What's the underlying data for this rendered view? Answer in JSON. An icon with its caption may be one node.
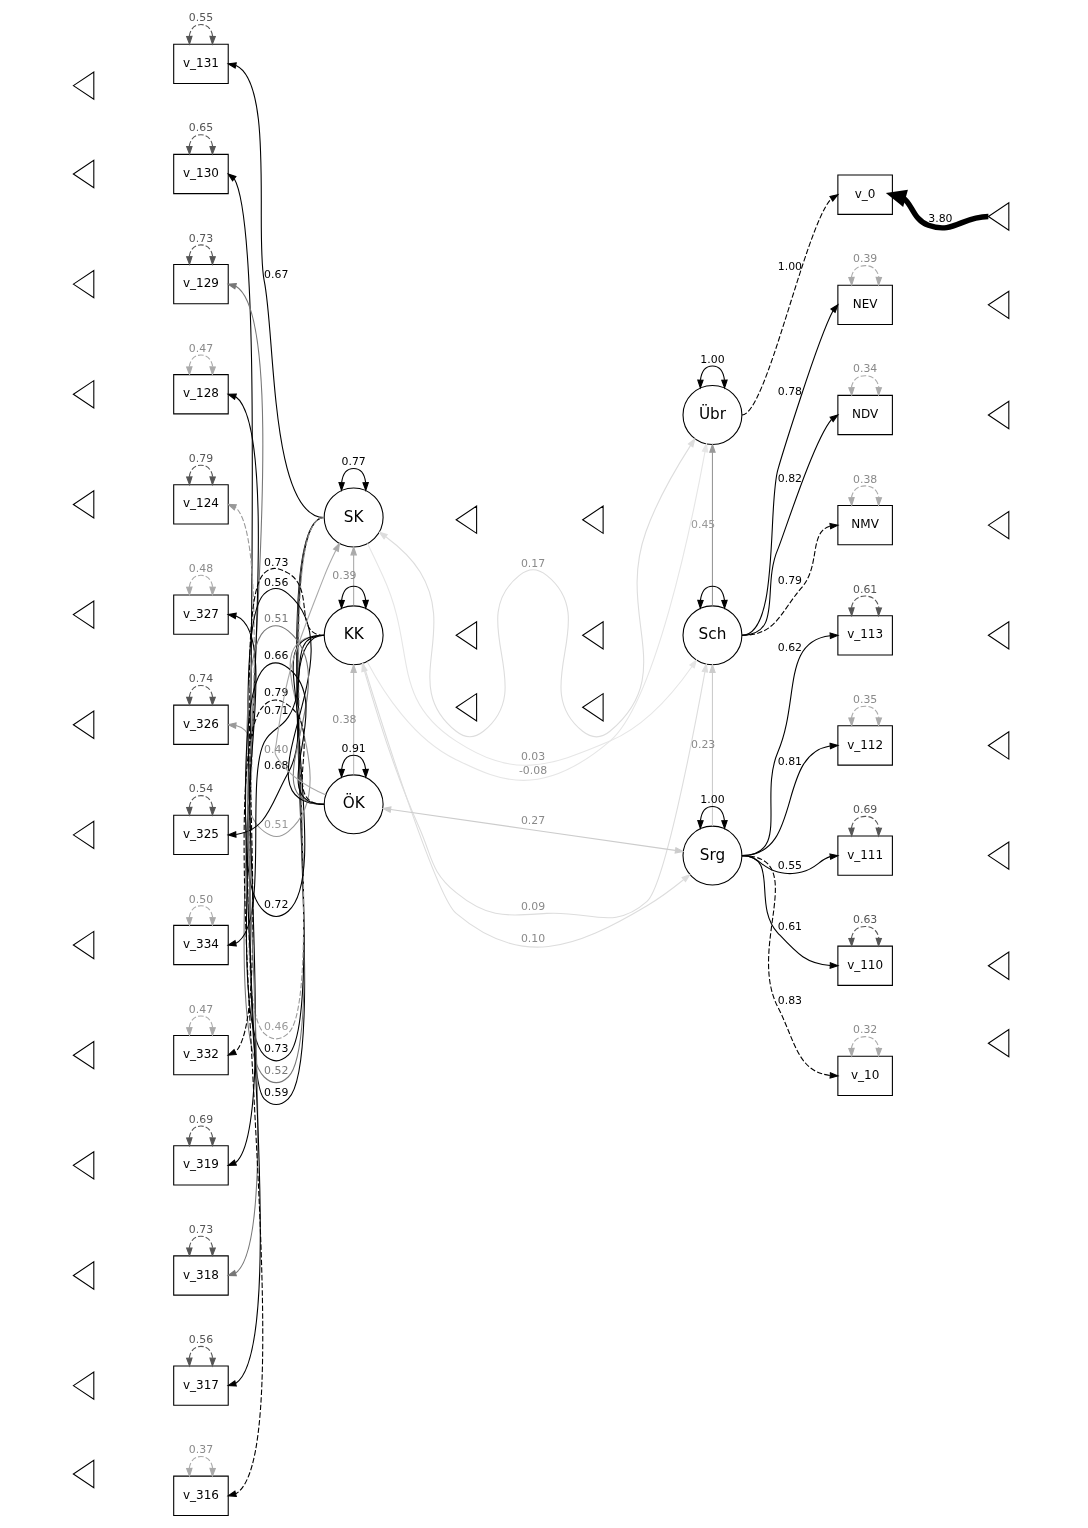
{
  "diagram": {
    "nodes": [
      {
        "text": [],
        "shape": "triangle"
      },
      {
        "text": [],
        "shape": "triangle"
      },
      {
        "text": [],
        "shape": "triangle"
      },
      {
        "text": [],
        "shape": "triangle"
      },
      {
        "text": [],
        "shape": "triangle"
      },
      {
        "text": [],
        "shape": "triangle"
      },
      {
        "text": [],
        "shape": "triangle"
      },
      {
        "text": [],
        "shape": "triangle"
      },
      {
        "text": [],
        "shape": "triangle"
      },
      {
        "text": [],
        "shape": "triangle"
      },
      {
        "text": [],
        "shape": "triangle"
      },
      {
        "text": [],
        "shape": "triangle"
      },
      {
        "text": [],
        "shape": "triangle"
      },
      {
        "text": [],
        "shape": "triangle"
      },
      {
        "text": [
          "v_131"
        ]
      },
      {
        "text": [
          "v_130"
        ]
      },
      {
        "text": [
          "v_129"
        ]
      },
      {
        "text": [
          "v_128"
        ]
      },
      {
        "text": [
          "v_124"
        ]
      },
      {
        "text": [
          "v_327"
        ]
      },
      {
        "text": [
          "v_326"
        ]
      },
      {
        "text": [
          "v_325"
        ]
      },
      {
        "text": [
          "v_334"
        ]
      },
      {
        "text": [
          "v_332"
        ]
      },
      {
        "text": [
          "v_319"
        ]
      },
      {
        "text": [
          "v_318"
        ]
      },
      {
        "text": [
          "v_317"
        ]
      },
      {
        "text": [
          "v_316"
        ]
      },
      {
        "text": [
          "SK"
        ]
      },
      {
        "text": [
          "KK"
        ]
      },
      {
        "text": [
          "ÖK"
        ]
      },
      {
        "text": [],
        "shape": "triangle"
      },
      {
        "text": [],
        "shape": "triangle"
      },
      {
        "text": [],
        "shape": "triangle"
      },
      {
        "text": [],
        "shape": "triangle"
      },
      {
        "text": [],
        "shape": "triangle"
      },
      {
        "text": [],
        "shape": "triangle"
      },
      {
        "text": [
          "Übr"
        ]
      },
      {
        "text": [
          "Sch"
        ]
      },
      {
        "text": [
          "Srg"
        ]
      },
      {
        "text": [
          "v_0"
        ]
      },
      {
        "text": [
          "NEV"
        ]
      },
      {
        "text": [
          "NDV"
        ]
      },
      {
        "text": [
          "NMV"
        ]
      },
      {
        "text": [
          "v_113"
        ]
      },
      {
        "text": [
          "v_112"
        ]
      },
      {
        "text": [
          "v_111"
        ]
      },
      {
        "text": [
          "v_110"
        ]
      },
      {
        "text": [
          "v_10"
        ]
      },
      {
        "text": [],
        "shape": "triangle"
      },
      {
        "text": [],
        "shape": "triangle"
      },
      {
        "text": [],
        "shape": "triangle"
      },
      {
        "text": [],
        "shape": "triangle"
      },
      {
        "text": [],
        "shape": "triangle"
      },
      {
        "text": [],
        "shape": "triangle"
      },
      {
        "text": [],
        "shape": "triangle"
      },
      {
        "text": [],
        "shape": "triangle"
      },
      {
        "text": [],
        "shape": "triangle"
      }
    ],
    "edges": [
      {
        "from": 28,
        "to": 14,
        "arrow": "to",
        "label": "0.67"
      },
      {
        "from": 28,
        "to": 15,
        "arrow": "to",
        "label": "0.59"
      },
      {
        "from": 28,
        "to": 16,
        "arrow": "to",
        "label": "0.52",
        "color": "#777777"
      },
      {
        "from": 28,
        "to": 17,
        "arrow": "to",
        "label": "0.73"
      },
      {
        "from": 28,
        "to": 18,
        "arrow": "to",
        "label": "0.46",
        "style": "dashed",
        "color": "#999999"
      },
      {
        "from": 29,
        "to": 19,
        "arrow": "to",
        "label": "0.72"
      },
      {
        "from": 29,
        "to": 20,
        "arrow": "to",
        "label": "0.51",
        "color": "#999999"
      },
      {
        "from": 29,
        "to": 21,
        "arrow": "to",
        "label": "0.68"
      },
      {
        "from": 29,
        "to": 22,
        "arrow": "to",
        "label": "0.71"
      },
      {
        "from": 29,
        "to": 23,
        "arrow": "to",
        "label": "0.73",
        "style": "dashed"
      },
      {
        "from": 30,
        "to": 24,
        "arrow": "to",
        "label": "0.56"
      },
      {
        "from": 30,
        "to": 25,
        "arrow": "to",
        "label": "0.51",
        "color": "#777777"
      },
      {
        "from": 30,
        "to": 26,
        "arrow": "to",
        "label": "0.66"
      },
      {
        "from": 30,
        "to": 27,
        "arrow": "to",
        "label": "0.79",
        "style": "dashed"
      },
      {
        "from": 29,
        "to": 28,
        "arrow": "to",
        "label": "0.39",
        "color": "#aaaaaa"
      },
      {
        "from": 30,
        "to": 28,
        "arrow": "to",
        "label": "0.40",
        "color": "#aaaaaa"
      },
      {
        "from": 30,
        "to": 29,
        "arrow": "to",
        "label": "0.38",
        "color": "#bbbbbb"
      },
      {
        "from": 37,
        "to": 40,
        "arrow": "to",
        "label": "1.00",
        "style": "dashed"
      },
      {
        "from": 38,
        "to": 41,
        "arrow": "to",
        "label": "0.78"
      },
      {
        "from": 38,
        "to": 42,
        "arrow": "to",
        "label": "0.82"
      },
      {
        "from": 38,
        "to": 43,
        "arrow": "to",
        "label": "0.79",
        "style": "dashed"
      },
      {
        "from": 39,
        "to": 44,
        "arrow": "to",
        "label": "0.62"
      },
      {
        "from": 39,
        "to": 45,
        "arrow": "to",
        "label": "0.81"
      },
      {
        "from": 39,
        "to": 46,
        "arrow": "to",
        "label": "0.55"
      },
      {
        "from": 39,
        "to": 47,
        "arrow": "to",
        "label": "0.61"
      },
      {
        "from": 39,
        "to": 48,
        "arrow": "to",
        "label": "0.83",
        "style": "dashed"
      },
      {
        "from": 38,
        "to": 37,
        "arrow": "to",
        "label": "0.45",
        "color": "#999999"
      },
      {
        "from": 28,
        "to": 38,
        "arrow": "to",
        "label": "0.03",
        "color": "#e6e6e6"
      },
      {
        "from": 29,
        "to": 37,
        "arrow": "to",
        "label": "-0.08",
        "color": "#e6e6e6"
      },
      {
        "from": 39,
        "to": 38,
        "arrow": "to",
        "label": "0.23",
        "color": "#cccccc"
      },
      {
        "from": 29,
        "to": 39,
        "arrow": "to",
        "label": "0.10",
        "color": "#dddddd"
      },
      {
        "from": 28,
        "to": 28,
        "arrow": "both",
        "label": "0.77"
      },
      {
        "from": 37,
        "to": 37,
        "arrow": "both",
        "label": "1.00"
      },
      {
        "from": 28,
        "to": 37,
        "arrow": "both",
        "label": "0.17",
        "color": "#dddddd"
      },
      {
        "from": 29,
        "to": 29,
        "arrow": "both"
      },
      {
        "from": 38,
        "to": 38,
        "arrow": "both"
      },
      {
        "from": 29,
        "to": 38,
        "arrow": "both",
        "label": "0.09",
        "color": "#dddddd"
      },
      {
        "from": 30,
        "to": 30,
        "arrow": "both",
        "label": "0.91"
      },
      {
        "from": 39,
        "to": 39,
        "arrow": "both",
        "label": "1.00"
      },
      {
        "from": 30,
        "to": 39,
        "arrow": "both",
        "label": "0.27",
        "color": "#cccccc"
      },
      {
        "from": 49,
        "to": 40,
        "arrow": "to",
        "label": "3.80",
        "style": "thick"
      },
      {
        "from": 14,
        "to": 14,
        "arrow": "both",
        "label": "0.55",
        "style": "dashed",
        "color": "#555555"
      },
      {
        "from": 15,
        "to": 15,
        "arrow": "both",
        "label": "0.65",
        "style": "dashed",
        "color": "#555555"
      },
      {
        "from": 16,
        "to": 16,
        "arrow": "both",
        "label": "0.73",
        "style": "dashed",
        "color": "#555555"
      },
      {
        "from": 17,
        "to": 17,
        "arrow": "both",
        "label": "0.47",
        "style": "dashed",
        "color": "#aaaaaa"
      },
      {
        "from": 18,
        "to": 18,
        "arrow": "both",
        "label": "0.79",
        "style": "dashed",
        "color": "#555555"
      },
      {
        "from": 19,
        "to": 19,
        "arrow": "both",
        "label": "0.48",
        "style": "dashed",
        "color": "#aaaaaa"
      },
      {
        "from": 20,
        "to": 20,
        "arrow": "both",
        "label": "0.74",
        "style": "dashed",
        "color": "#555555"
      },
      {
        "from": 21,
        "to": 21,
        "arrow": "both",
        "label": "0.54",
        "style": "dashed",
        "color": "#555555"
      },
      {
        "from": 22,
        "to": 22,
        "arrow": "both",
        "label": "0.50",
        "style": "dashed",
        "color": "#aaaaaa"
      },
      {
        "from": 23,
        "to": 23,
        "arrow": "both",
        "label": "0.47",
        "style": "dashed",
        "color": "#aaaaaa"
      },
      {
        "from": 24,
        "to": 24,
        "arrow": "both",
        "label": "0.69",
        "style": "dashed",
        "color": "#555555"
      },
      {
        "from": 25,
        "to": 25,
        "arrow": "both",
        "label": "0.73",
        "style": "dashed",
        "color": "#555555"
      },
      {
        "from": 26,
        "to": 26,
        "arrow": "both",
        "label": "0.56",
        "style": "dashed",
        "color": "#555555"
      },
      {
        "from": 27,
        "to": 27,
        "arrow": "both",
        "label": "0.37",
        "style": "dashed",
        "color": "#aaaaaa"
      },
      {
        "from": 41,
        "to": 41,
        "arrow": "both",
        "label": "0.39",
        "style": "dashed",
        "color": "#aaaaaa"
      },
      {
        "from": 42,
        "to": 42,
        "arrow": "both",
        "label": "0.34",
        "style": "dashed",
        "color": "#aaaaaa"
      },
      {
        "from": 43,
        "to": 43,
        "arrow": "both",
        "label": "0.38",
        "style": "dashed",
        "color": "#aaaaaa"
      },
      {
        "from": 44,
        "to": 44,
        "arrow": "both",
        "label": "0.61",
        "style": "dashed",
        "color": "#555555"
      },
      {
        "from": 45,
        "to": 45,
        "arrow": "both",
        "label": "0.35",
        "style": "dashed",
        "color": "#aaaaaa"
      },
      {
        "from": 46,
        "to": 46,
        "arrow": "both",
        "label": "0.69",
        "style": "dashed",
        "color": "#555555"
      },
      {
        "from": 47,
        "to": 47,
        "arrow": "both",
        "label": "0.63",
        "style": "dashed",
        "color": "#555555"
      },
      {
        "from": 48,
        "to": 48,
        "arrow": "both",
        "label": "0.32",
        "style": "dashed",
        "color": "#aaaaaa"
      }
    ]
  }
}
